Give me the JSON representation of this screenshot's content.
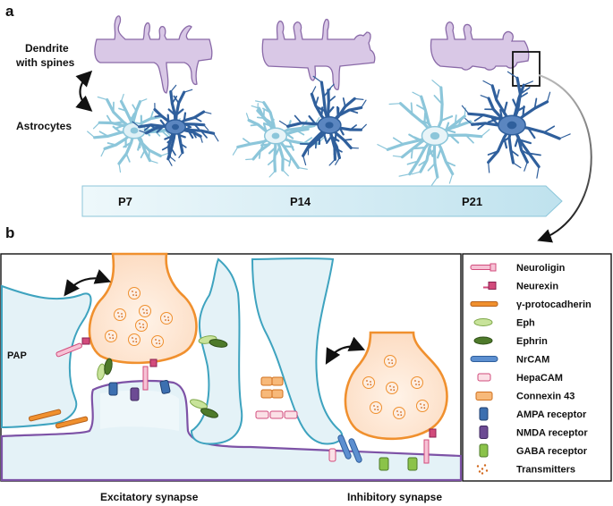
{
  "panel_a": {
    "label": "a",
    "dendrite_label_line1": "Dendrite",
    "dendrite_label_line2": "with spines",
    "astrocytes_label": "Astrocytes",
    "timeline": [
      "P7",
      "P14",
      "P21"
    ]
  },
  "panel_b": {
    "label": "b",
    "pap_label": "PAP",
    "excitatory_label": "Excitatory synapse",
    "inhibitory_label": "Inhibitory synapse"
  },
  "legend": {
    "items": [
      {
        "label": "Neuroligin",
        "icon": "neuroligin-icon"
      },
      {
        "label": "Neurexin",
        "icon": "neurexin-icon"
      },
      {
        "label": "γ-protocadherin",
        "icon": "protocadherin-icon"
      },
      {
        "label": "Eph",
        "icon": "eph-icon"
      },
      {
        "label": "Ephrin",
        "icon": "ephrin-icon"
      },
      {
        "label": "NrCAM",
        "icon": "nrcam-icon"
      },
      {
        "label": "HepaCAM",
        "icon": "hepacam-icon"
      },
      {
        "label": "Connexin 43",
        "icon": "connexin43-icon"
      },
      {
        "label": "AMPA receptor",
        "icon": "ampa-receptor-icon"
      },
      {
        "label": "NMDA receptor",
        "icon": "nmda-receptor-icon"
      },
      {
        "label": "GABA receptor",
        "icon": "gaba-receptor-icon"
      },
      {
        "label": "Transmitters",
        "icon": "transmitters-icon"
      }
    ]
  },
  "colors": {
    "dendrite_fill": "#d9c8e6",
    "dendrite_stroke": "#8a6aa8",
    "astro_light": "#8cc6da",
    "astro_dark": "#2f5f9c",
    "timeline_fill": "#d6eef5",
    "pap_fill": "#e4f2f7",
    "pap_stroke": "#3ea3bf",
    "terminal_fill": "#fde6d2",
    "terminal_stroke": "#f0902e",
    "neuroligin": "#e8729b",
    "ampa": "#3c6fb0",
    "nmda": "#6d4b94",
    "gaba": "#7fb04a",
    "eph": "#a9d46b",
    "ephrin": "#4e7a2a"
  }
}
